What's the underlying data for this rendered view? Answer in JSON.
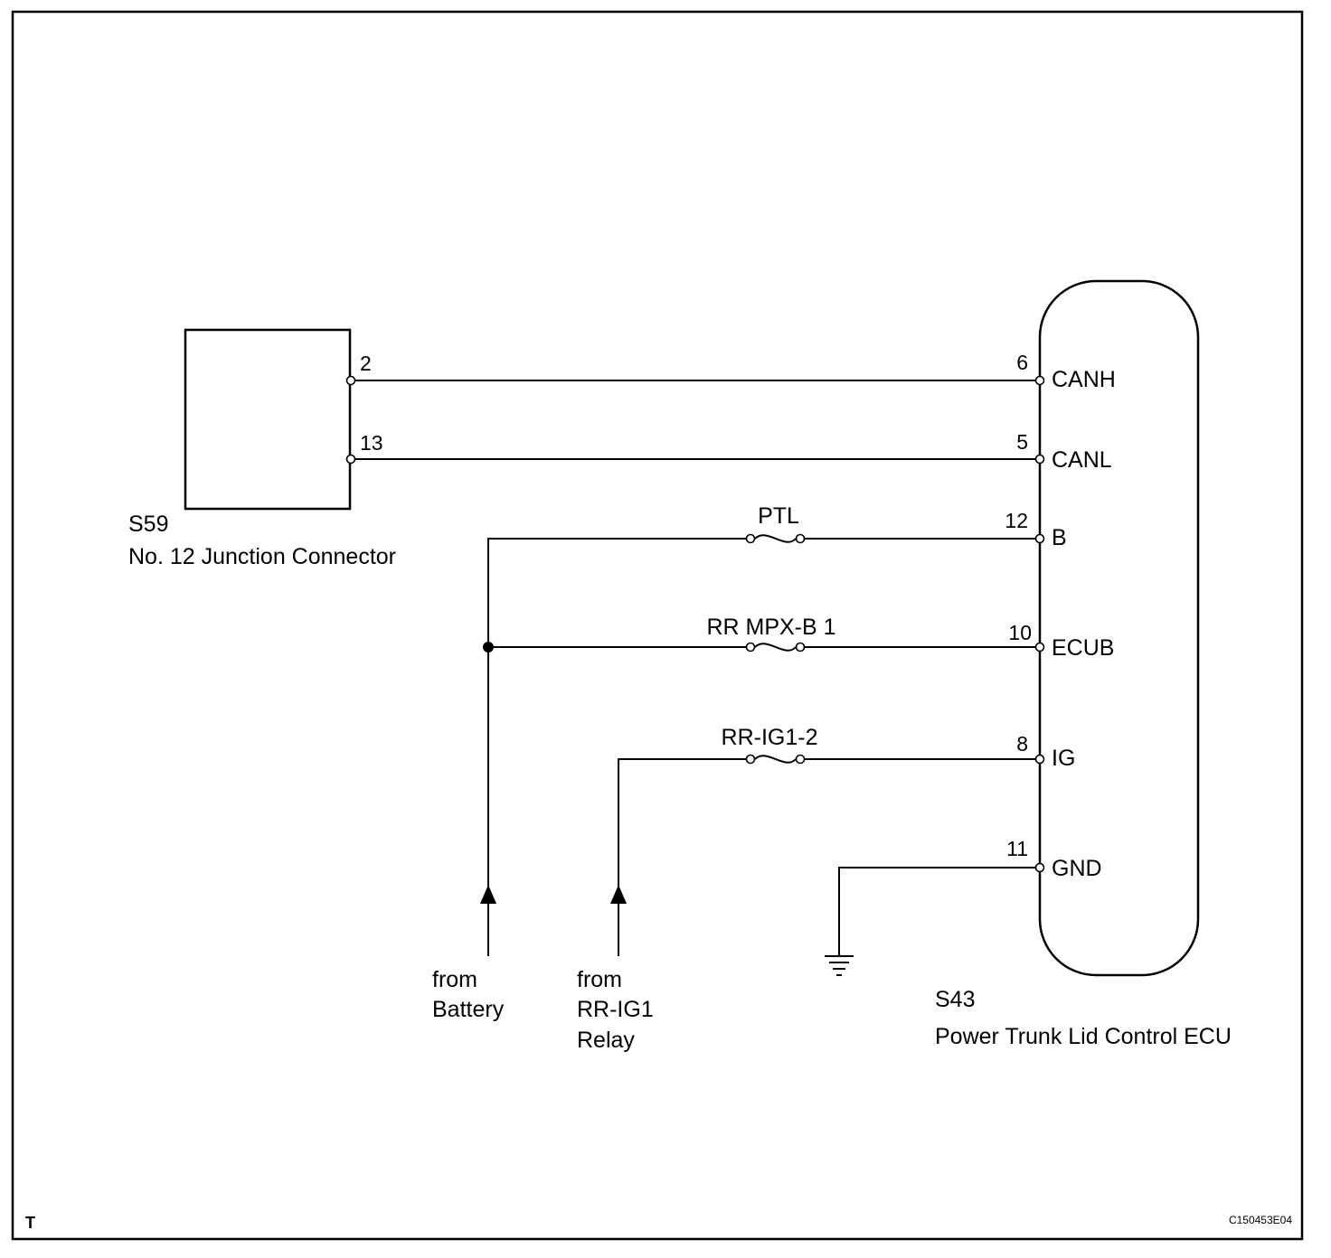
{
  "junction_connector": {
    "code": "S59",
    "name": "No. 12 Junction Connector",
    "pins": [
      "2",
      "13"
    ]
  },
  "ecu": {
    "code": "S43",
    "name": "Power Trunk Lid Control ECU",
    "terminals": [
      {
        "pin": "6",
        "name": "CANH"
      },
      {
        "pin": "5",
        "name": "CANL"
      },
      {
        "pin": "12",
        "name": "B"
      },
      {
        "pin": "10",
        "name": "ECUB"
      },
      {
        "pin": "8",
        "name": "IG"
      },
      {
        "pin": "11",
        "name": "GND"
      }
    ]
  },
  "fuses": {
    "ptl": "PTL",
    "rr_mpx_b1": "RR MPX-B 1",
    "rr_ig1_2": "RR-IG1-2"
  },
  "sources": {
    "battery": [
      "from",
      "Battery"
    ],
    "relay": [
      "from",
      "RR-IG1",
      "Relay"
    ]
  },
  "footer": {
    "corner_mark": "T",
    "figure_code": "C150453E04"
  }
}
